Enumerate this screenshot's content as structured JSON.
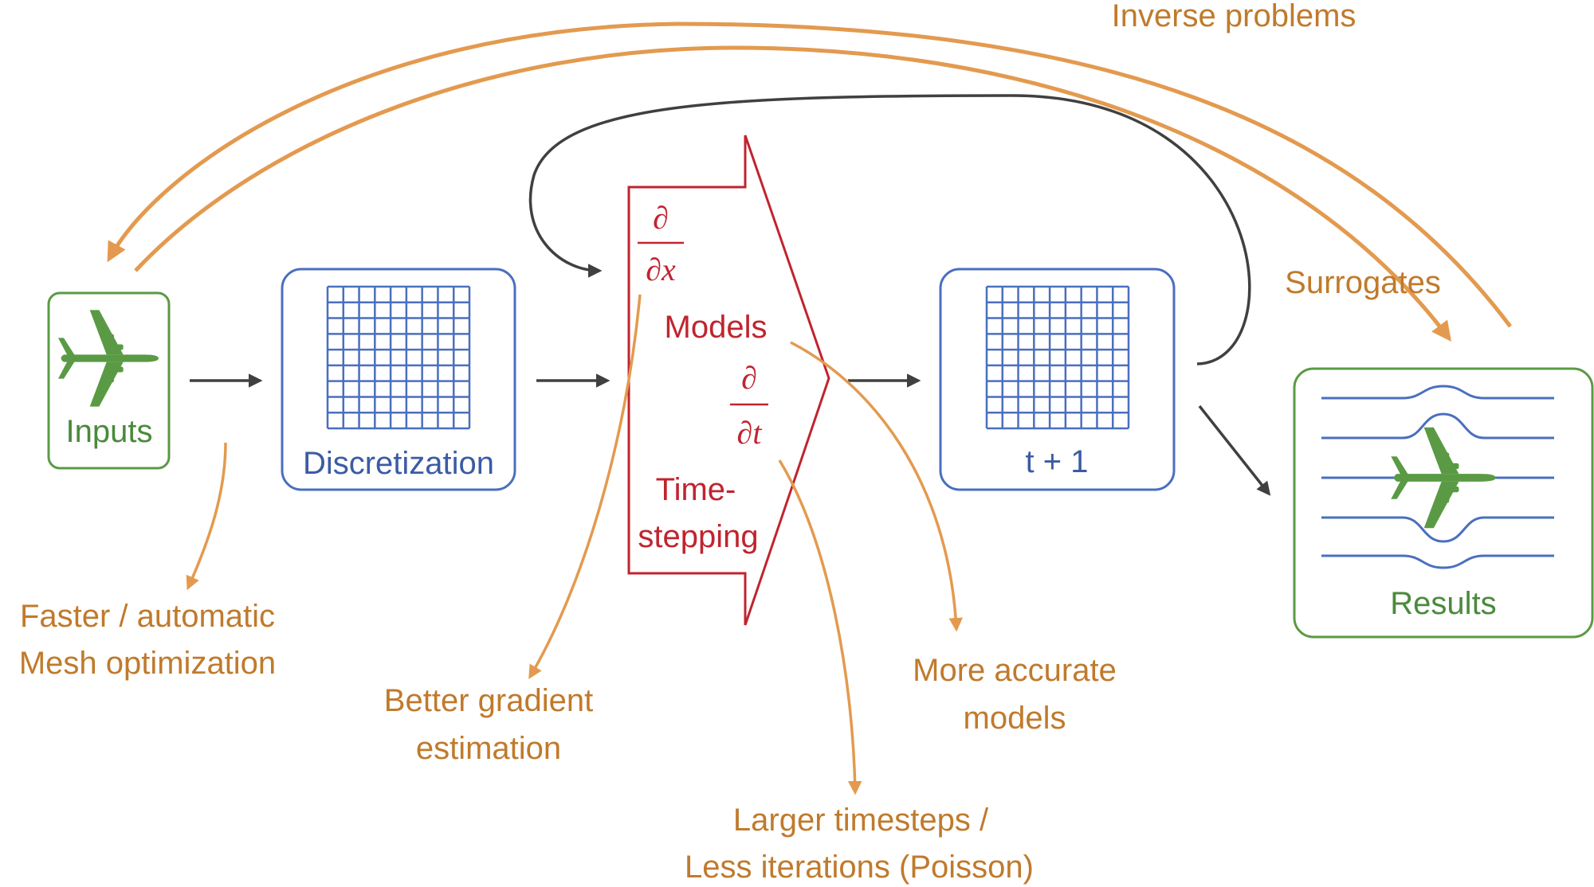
{
  "colors": {
    "orange": "#e39a4f",
    "orange_text": "#c07a2c",
    "blue": "#4a6fbf",
    "green": "#5a9a44",
    "red": "#c0242f",
    "dark_arrow": "#404040"
  },
  "nodes": {
    "inputs": {
      "label": "Inputs",
      "icon": "airplane-icon"
    },
    "discretization": {
      "label": "Discretization",
      "icon": "grid-icon"
    },
    "solver": {
      "d_dx_num": "∂",
      "d_dx_den": "∂x",
      "models": "Models",
      "d_dt_num": "∂",
      "d_dt_den": "∂t",
      "timestepping_1": "Time-",
      "timestepping_2": "stepping"
    },
    "next_step": {
      "label": "t + 1",
      "icon": "grid-icon"
    },
    "results": {
      "label": "Results",
      "icon": "airplane-flow-icon"
    }
  },
  "annotations": {
    "inverse_problems": "Inverse problems",
    "surrogates": "Surrogates",
    "mesh_1": "Faster / automatic",
    "mesh_2": "Mesh optimization",
    "gradient_1": "Better gradient",
    "gradient_2": "estimation",
    "models_1": "More accurate",
    "models_2": "models",
    "timesteps_1": "Larger timesteps /",
    "timesteps_2": "Less iterations (Poisson)"
  }
}
